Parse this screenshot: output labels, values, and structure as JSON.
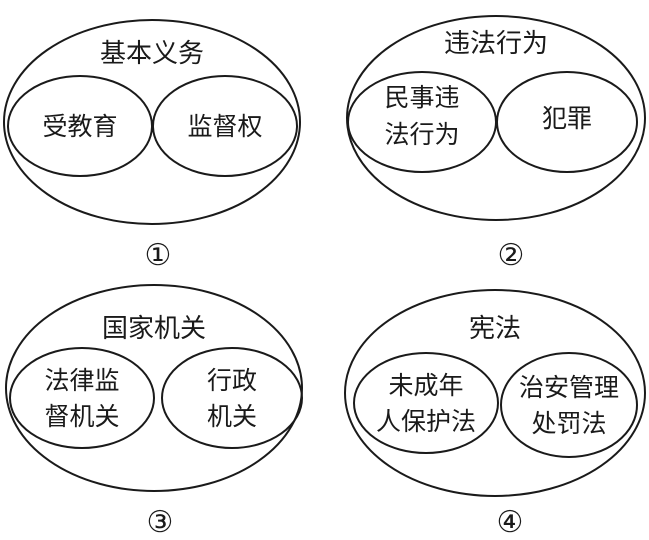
{
  "diagrams": [
    {
      "outer_label": "基本义务",
      "inner_left": [
        "受教育"
      ],
      "inner_right": [
        "监督权"
      ],
      "number": "①"
    },
    {
      "outer_label": "违法行为",
      "inner_left": [
        "民事违",
        "法行为"
      ],
      "inner_right": [
        "犯罪"
      ],
      "number": "②"
    },
    {
      "outer_label": "国家机关",
      "inner_left": [
        "法律监",
        "督机关"
      ],
      "inner_right": [
        "行政",
        "机关"
      ],
      "number": "③"
    },
    {
      "outer_label": "宪法",
      "inner_left": [
        "未成年",
        "人保护法"
      ],
      "inner_right": [
        "治安管理",
        "处罚法"
      ],
      "number": "④"
    }
  ]
}
